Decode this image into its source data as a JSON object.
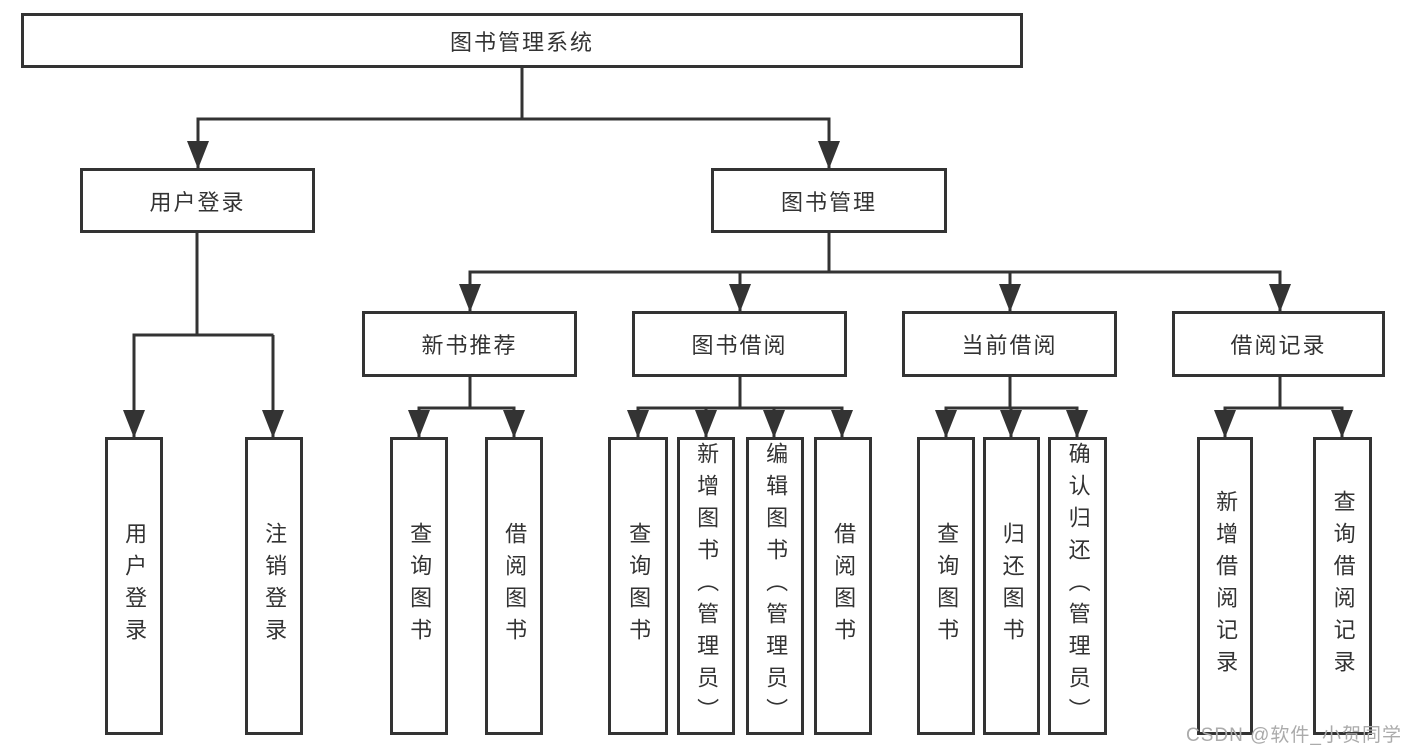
{
  "tree": {
    "label": "图书管理系统",
    "children": [
      {
        "label": "用户登录",
        "children": [
          {
            "label": "用户登录"
          },
          {
            "label": "注销登录"
          }
        ]
      },
      {
        "label": "图书管理",
        "children": [
          {
            "label": "新书推荐",
            "children": [
              {
                "label": "查询图书"
              },
              {
                "label": "借阅图书"
              }
            ]
          },
          {
            "label": "图书借阅",
            "children": [
              {
                "label": "查询图书"
              },
              {
                "label": "新增图书（管理员）"
              },
              {
                "label": "编辑图书（管理员）"
              },
              {
                "label": "借阅图书"
              }
            ]
          },
          {
            "label": "当前借阅",
            "children": [
              {
                "label": "查询图书"
              },
              {
                "label": "归还图书"
              },
              {
                "label": "确认归还（管理员）"
              }
            ]
          },
          {
            "label": "借阅记录",
            "children": [
              {
                "label": "新增借阅记录"
              },
              {
                "label": "查询借阅记录"
              }
            ]
          }
        ]
      }
    ]
  },
  "watermark": {
    "text": "CSDN @软件_小贺同学"
  },
  "colors": {
    "line": "#333333",
    "text": "#333333",
    "box_background": "#ffffff",
    "background": "#ffffff",
    "watermark": "#ababab"
  }
}
